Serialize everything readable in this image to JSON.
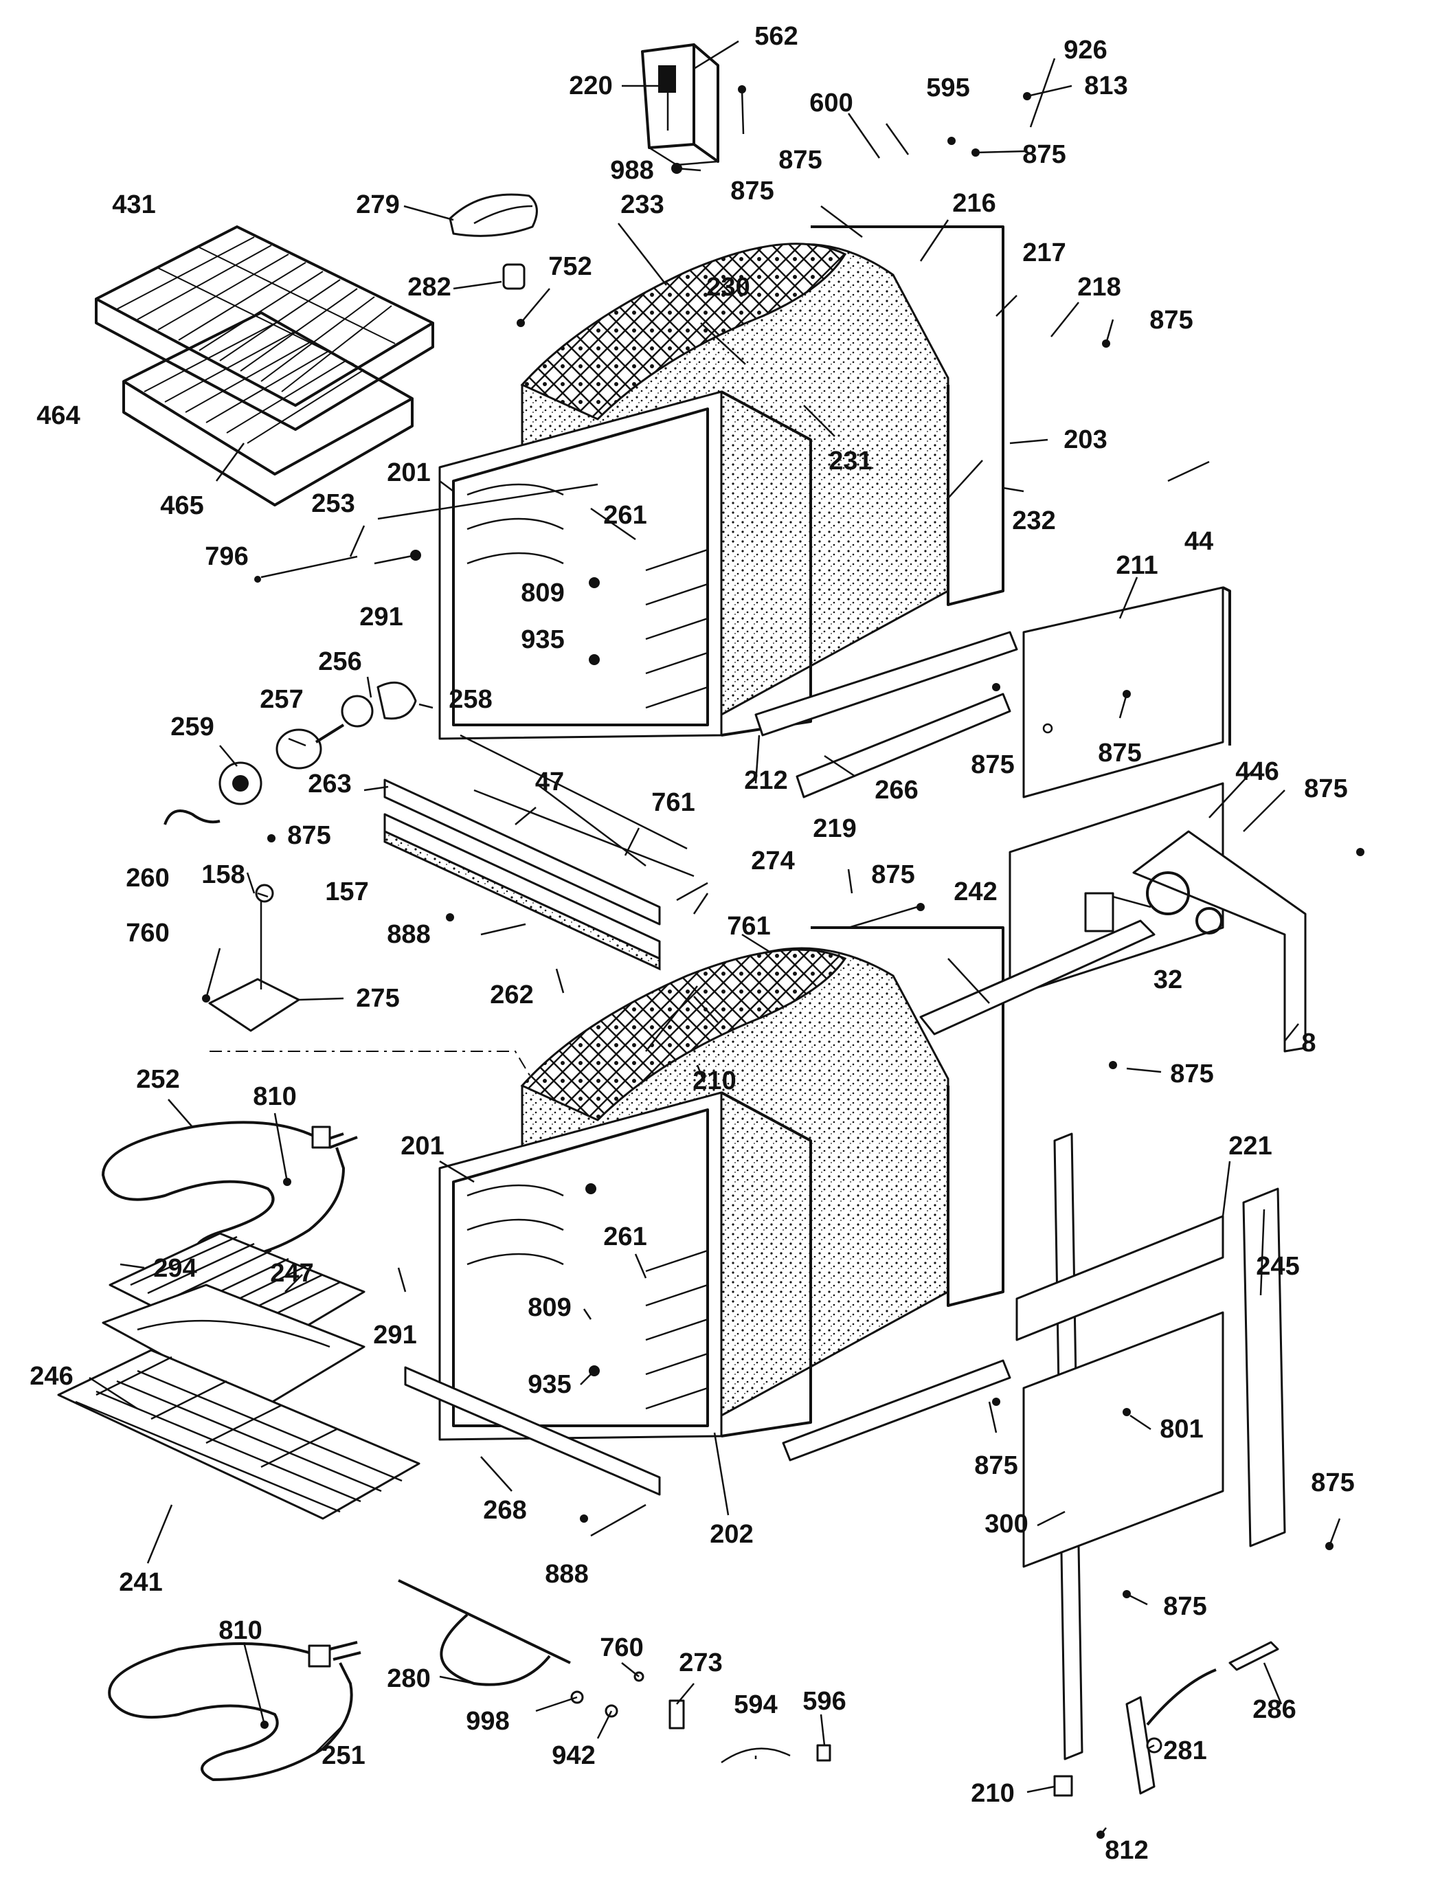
{
  "diagram": {
    "part_numbers": [
      "562",
      "220",
      "926",
      "813",
      "595",
      "600",
      "875",
      "988",
      "875",
      "875",
      "216",
      "279",
      "431",
      "233",
      "282",
      "752",
      "217",
      "218",
      "875",
      "230",
      "464",
      "203",
      "465",
      "231",
      "201",
      "253",
      "261",
      "232",
      "44",
      "796",
      "809",
      "291",
      "211",
      "935",
      "256",
      "258",
      "257",
      "259",
      "875",
      "875",
      "212",
      "266",
      "263",
      "47",
      "875",
      "761",
      "446",
      "219",
      "260",
      "875",
      "274",
      "875",
      "158",
      "157",
      "242",
      "888",
      "761",
      "760",
      "32",
      "275",
      "262",
      "8",
      "210",
      "252",
      "810",
      "875",
      "221",
      "201",
      "261",
      "294",
      "247",
      "245",
      "291",
      "809",
      "801",
      "246",
      "935",
      "875",
      "875",
      "300",
      "268",
      "202",
      "888",
      "241",
      "875",
      "286",
      "810",
      "760",
      "273",
      "594",
      "596",
      "280",
      "998",
      "942",
      "281",
      "251",
      "210",
      "812"
    ]
  }
}
